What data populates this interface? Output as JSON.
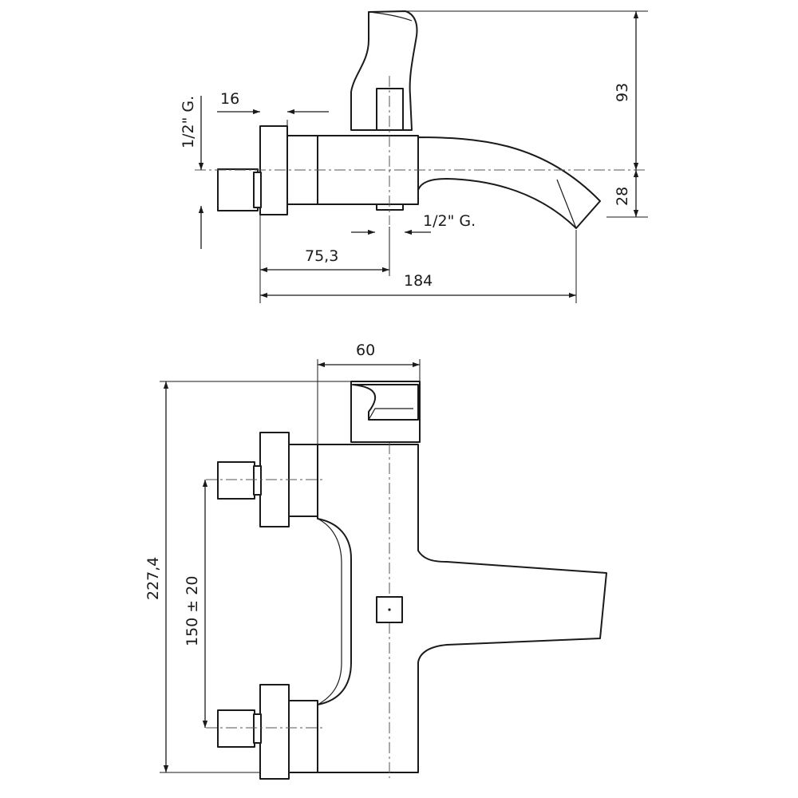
{
  "colors": {
    "line": "#1a1a1a",
    "background": "#ffffff",
    "centerline": "#555555"
  },
  "side_view": {
    "dimensions": {
      "connection_thread_left": "1/2\" G.",
      "flange_depth": "16",
      "handle_height": "93",
      "spout_height": "28",
      "outlet_thread": "1/2\" G.",
      "axis_distance": "75,3",
      "overall_length": "184"
    }
  },
  "front_view": {
    "dimensions": {
      "handle_width": "60",
      "overall_height": "227,4",
      "connection_spacing": "150 ± 20"
    }
  }
}
